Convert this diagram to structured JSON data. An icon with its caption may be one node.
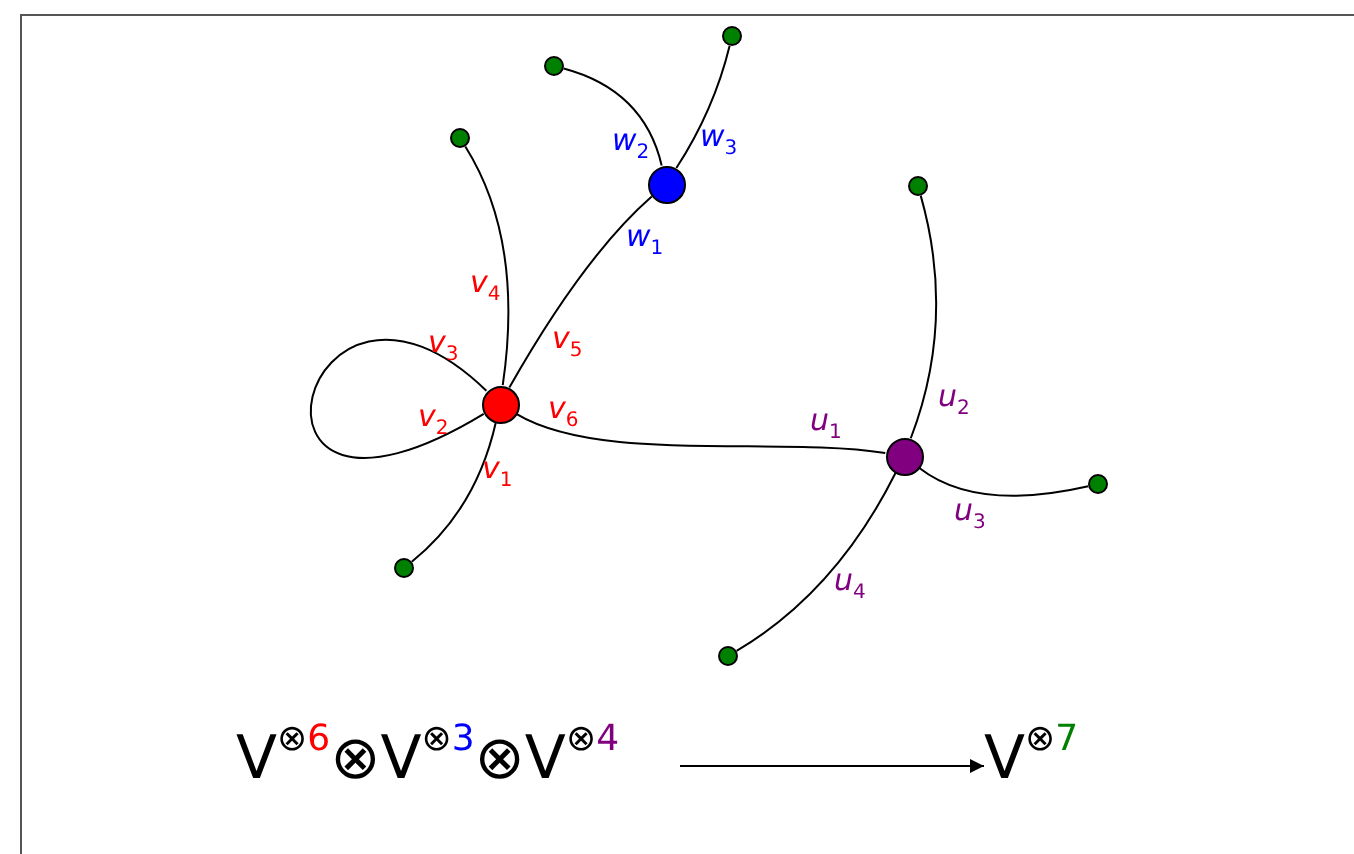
{
  "diagram": {
    "nodes": [
      {
        "text": [],
        "shape": "circle"
      },
      {
        "text": [],
        "shape": "circle"
      },
      {
        "text": [],
        "shape": "circle"
      },
      {
        "text": [],
        "shape": "circle"
      },
      {
        "text": [],
        "shape": "circle"
      },
      {
        "text": [],
        "shape": "circle"
      },
      {
        "text": [],
        "shape": "circle"
      },
      {
        "text": [],
        "shape": "circle"
      },
      {
        "text": [],
        "shape": "circle"
      },
      {
        "text": [],
        "shape": "circle"
      },
      {
        "text": [
          "V$^{⊗6}$⊗V$^{⊗3}$⊗V$^{⊗4}$"
        ]
      },
      {
        "text": [
          "V$^{⊗7}$"
        ]
      }
    ],
    "edges": [
      {
        "from": 5,
        "to": 5,
        "arrow": "none"
      },
      {
        "from": 5,
        "to": 8,
        "arrow": "none"
      },
      {
        "from": 5,
        "to": 2,
        "arrow": "none"
      },
      {
        "from": 5,
        "to": 3,
        "arrow": "none"
      },
      {
        "from": 5,
        "to": 6,
        "arrow": "none"
      },
      {
        "from": 3,
        "to": 1,
        "arrow": "none"
      },
      {
        "from": 3,
        "to": 0,
        "arrow": "none"
      },
      {
        "from": 6,
        "to": 4,
        "arrow": "none"
      },
      {
        "from": 6,
        "to": 7,
        "arrow": "none"
      },
      {
        "from": 6,
        "to": 9,
        "arrow": "none"
      },
      {
        "from": 10,
        "to": 11,
        "arrow": "to"
      }
    ],
    "labels": [
      "w$_{2}$",
      "w$_{3}$",
      "w$_{1}$",
      "v$_{4}$",
      "v$_{3}$",
      "v$_{5}$",
      "u$_{2}$",
      "v$_{2}$",
      "v$_{6}$",
      "u$_{1}$",
      "v$_{1}$",
      "u$_{3}$",
      "u$_{4}$"
    ]
  }
}
